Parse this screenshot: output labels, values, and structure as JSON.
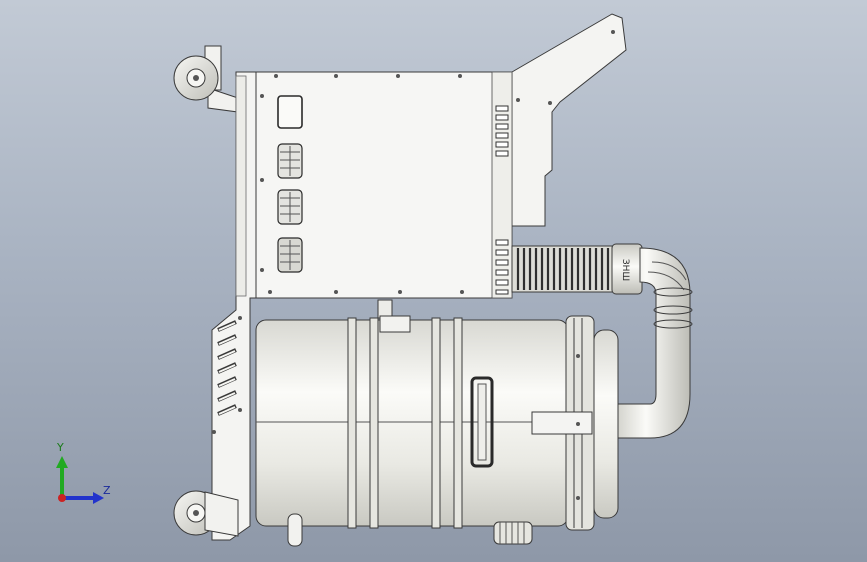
{
  "viewport": {
    "background_top": "#c2cad5",
    "background_bottom": "#8e98a8"
  },
  "triad": {
    "y_label": "Y",
    "z_label": "Z",
    "y_color": "#22aa22",
    "z_color": "#2233cc",
    "x_color": "#cc2222"
  },
  "model": {
    "panel_color": "#f4f4f2",
    "edge_color": "#3a3a3a",
    "tank_color": "#ecece6",
    "hose_color": "#e8e8e2",
    "hose_label": "ЗНШ"
  }
}
